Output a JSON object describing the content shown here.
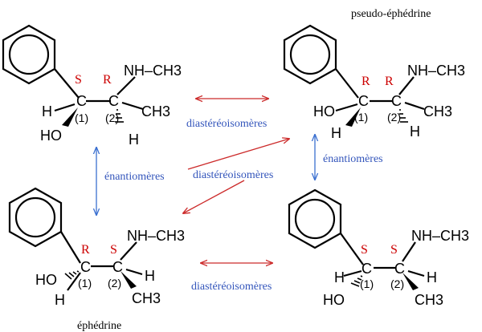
{
  "names": {
    "pseudo": "pseudo-éphédrine",
    "ephedrine": "éphédrine"
  },
  "relations": {
    "top": "diastéréoisomères",
    "bottom": "diastéréoisomères",
    "middle": "diastéréoisomères",
    "left": "énantiomères",
    "right": "énantiomères"
  },
  "molecules": {
    "m1": {
      "c1_config": "S",
      "c2_config": "R",
      "amine": "NH–CH3",
      "c1_h": "H",
      "c1_oh": "HO",
      "c2_ch3": "CH3",
      "c2_h": "H",
      "c1_num": "(1)",
      "c2_num": "(2)",
      "c_label": "C"
    },
    "m2": {
      "c1_config": "R",
      "c2_config": "R",
      "amine": "NH–CH3",
      "c1_oh": "HO",
      "c1_h": "H",
      "c2_ch3": "CH3",
      "c2_h": "H",
      "c1_num": "(1)",
      "c2_num": "(2)",
      "c_label": "C"
    },
    "m3": {
      "c1_config": "R",
      "c2_config": "S",
      "amine": "NH–CH3",
      "c1_oh": "HO",
      "c1_h": "H",
      "c2_h": "H",
      "c2_ch3": "CH3",
      "c1_num": "(1)",
      "c2_num": "(2)",
      "c_label": "C"
    },
    "m4": {
      "c1_config": "S",
      "c2_config": "S",
      "amine": "NH–CH3",
      "c1_h": "H",
      "c1_oh": "HO",
      "c2_h": "H",
      "c2_ch3": "CH3",
      "c1_num": "(1)",
      "c2_num": "(2)",
      "c_label": "C"
    }
  },
  "colors": {
    "config": "#cc0000",
    "relation_text": "#3355bb",
    "arrow_red": "#cc2a2a",
    "arrow_blue": "#3a6fd0",
    "bond": "#000000"
  }
}
